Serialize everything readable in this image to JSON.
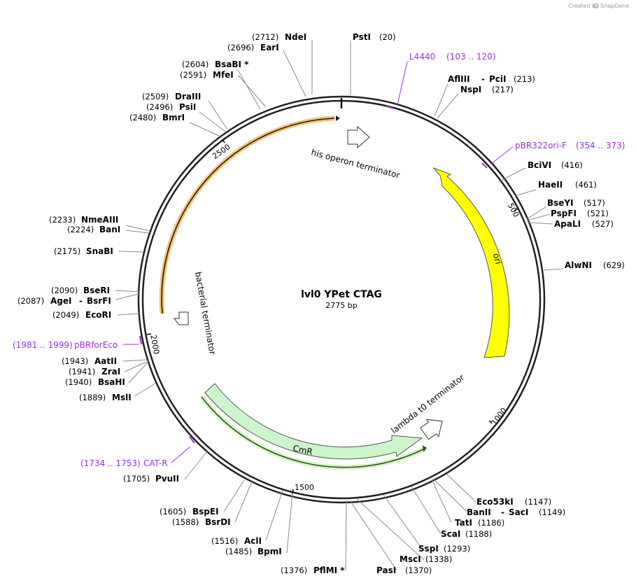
{
  "credit": "Created by",
  "brand": "SnapGene",
  "plasmid": {
    "name": "lvl0 YPet CTAG",
    "length_label": "2775 bp",
    "length": 2775
  },
  "ticks": [
    "500",
    "1000",
    "1500",
    "2000",
    "2500"
  ],
  "features": [
    {
      "name": "ori",
      "color": "#ffff00",
      "type": "arrow"
    },
    {
      "name": "his operon terminator",
      "type": "terminator"
    },
    {
      "name": "bacterial terminator",
      "type": "terminator"
    },
    {
      "name": "CmR",
      "color": "#ccf5cc",
      "type": "arrow"
    },
    {
      "name": "lambda t0 terminator",
      "type": "terminator"
    }
  ],
  "primers": {
    "L4440": {
      "name": "L4440",
      "range": "(103 .. 120)"
    },
    "pBR322ori": {
      "name": "pBR322ori-F",
      "range": "(354 .. 373)"
    },
    "pBRforEco": {
      "name": "pBRforEco",
      "range": "(1981 .. 1999)"
    },
    "CATR": {
      "name": "CAT-R",
      "range": "(1734 .. 1753)"
    }
  },
  "sites": {
    "NdeI": {
      "pos": "(2712)",
      "name": "NdeI"
    },
    "EarI": {
      "pos": "(2696)",
      "name": "EarI"
    },
    "BsaBI": {
      "pos": "(2604)",
      "name": "BsaBI *"
    },
    "MfeI": {
      "pos": "(2591)",
      "name": "MfeI"
    },
    "DraIII": {
      "pos": "(2509)",
      "name": "DraIII"
    },
    "PsiI": {
      "pos": "(2496)",
      "name": "PsiI"
    },
    "BmrI": {
      "pos": "(2480)",
      "name": "BmrI"
    },
    "PstI": {
      "pos": "(20)",
      "name": "PstI"
    },
    "AflIII": {
      "name": "AflIII",
      "sep": "-"
    },
    "PciI": {
      "pos": "(213)",
      "name": "PciI"
    },
    "NspI": {
      "pos": "(217)",
      "name": "NspI"
    },
    "BclVI": {
      "pos": "(416)",
      "name": "BciVI"
    },
    "HaeII": {
      "pos": "(461)",
      "name": "HaeII"
    },
    "BseYI": {
      "pos": "(517)",
      "name": "BseYI"
    },
    "PspFI": {
      "pos": "(521)",
      "name": "PspFI"
    },
    "ApaLI": {
      "pos": "(527)",
      "name": "ApaLI"
    },
    "AlwNI": {
      "pos": "(629)",
      "name": "AlwNI"
    },
    "NmeAIII": {
      "pos": "(2233)",
      "name": "NmeAIII"
    },
    "BanI": {
      "pos": "(2224)",
      "name": "BanI"
    },
    "SnaBI": {
      "pos": "(2175)",
      "name": "SnaBI"
    },
    "BseRI": {
      "pos": "(2090)",
      "name": "BseRI"
    },
    "AgeI": {
      "pos": "(2087)",
      "name": "AgeI",
      "sep": "-"
    },
    "BsrFI": {
      "name": "BsrFI"
    },
    "EcoRI": {
      "pos": "(2049)",
      "name": "EcoRI"
    },
    "AatII": {
      "pos": "(1943)",
      "name": "AatII"
    },
    "ZraI": {
      "pos": "(1941)",
      "name": "ZraI"
    },
    "BsaHI": {
      "pos": "(1940)",
      "name": "BsaHI"
    },
    "MslI": {
      "pos": "(1889)",
      "name": "MslI"
    },
    "PvuII": {
      "pos": "(1705)",
      "name": "PvuII"
    },
    "BspEI": {
      "pos": "(1605)",
      "name": "BspEI"
    },
    "BsrDI": {
      "pos": "(1588)",
      "name": "BsrDI"
    },
    "AclI": {
      "pos": "(1516)",
      "name": "AclI"
    },
    "BpmI": {
      "pos": "(1485)",
      "name": "BpmI"
    },
    "PflMI": {
      "pos": "(1376)",
      "name": "PflMI *"
    },
    "PasI": {
      "pos": "(1370)",
      "name": "PasI"
    },
    "MscI": {
      "pos": "(1338)",
      "name": "MscI"
    },
    "SspI": {
      "pos": "(1293)",
      "name": "SspI"
    },
    "ScaI": {
      "pos": "(1188)",
      "name": "ScaI"
    },
    "TatI": {
      "pos": "(1186)",
      "name": "TatI"
    },
    "BanII": {
      "name": "BanII",
      "sep": "-"
    },
    "SacI": {
      "pos": "(1149)",
      "name": "SacI"
    },
    "Eco53kI": {
      "pos": "(1147)",
      "name": "Eco53kI"
    }
  }
}
